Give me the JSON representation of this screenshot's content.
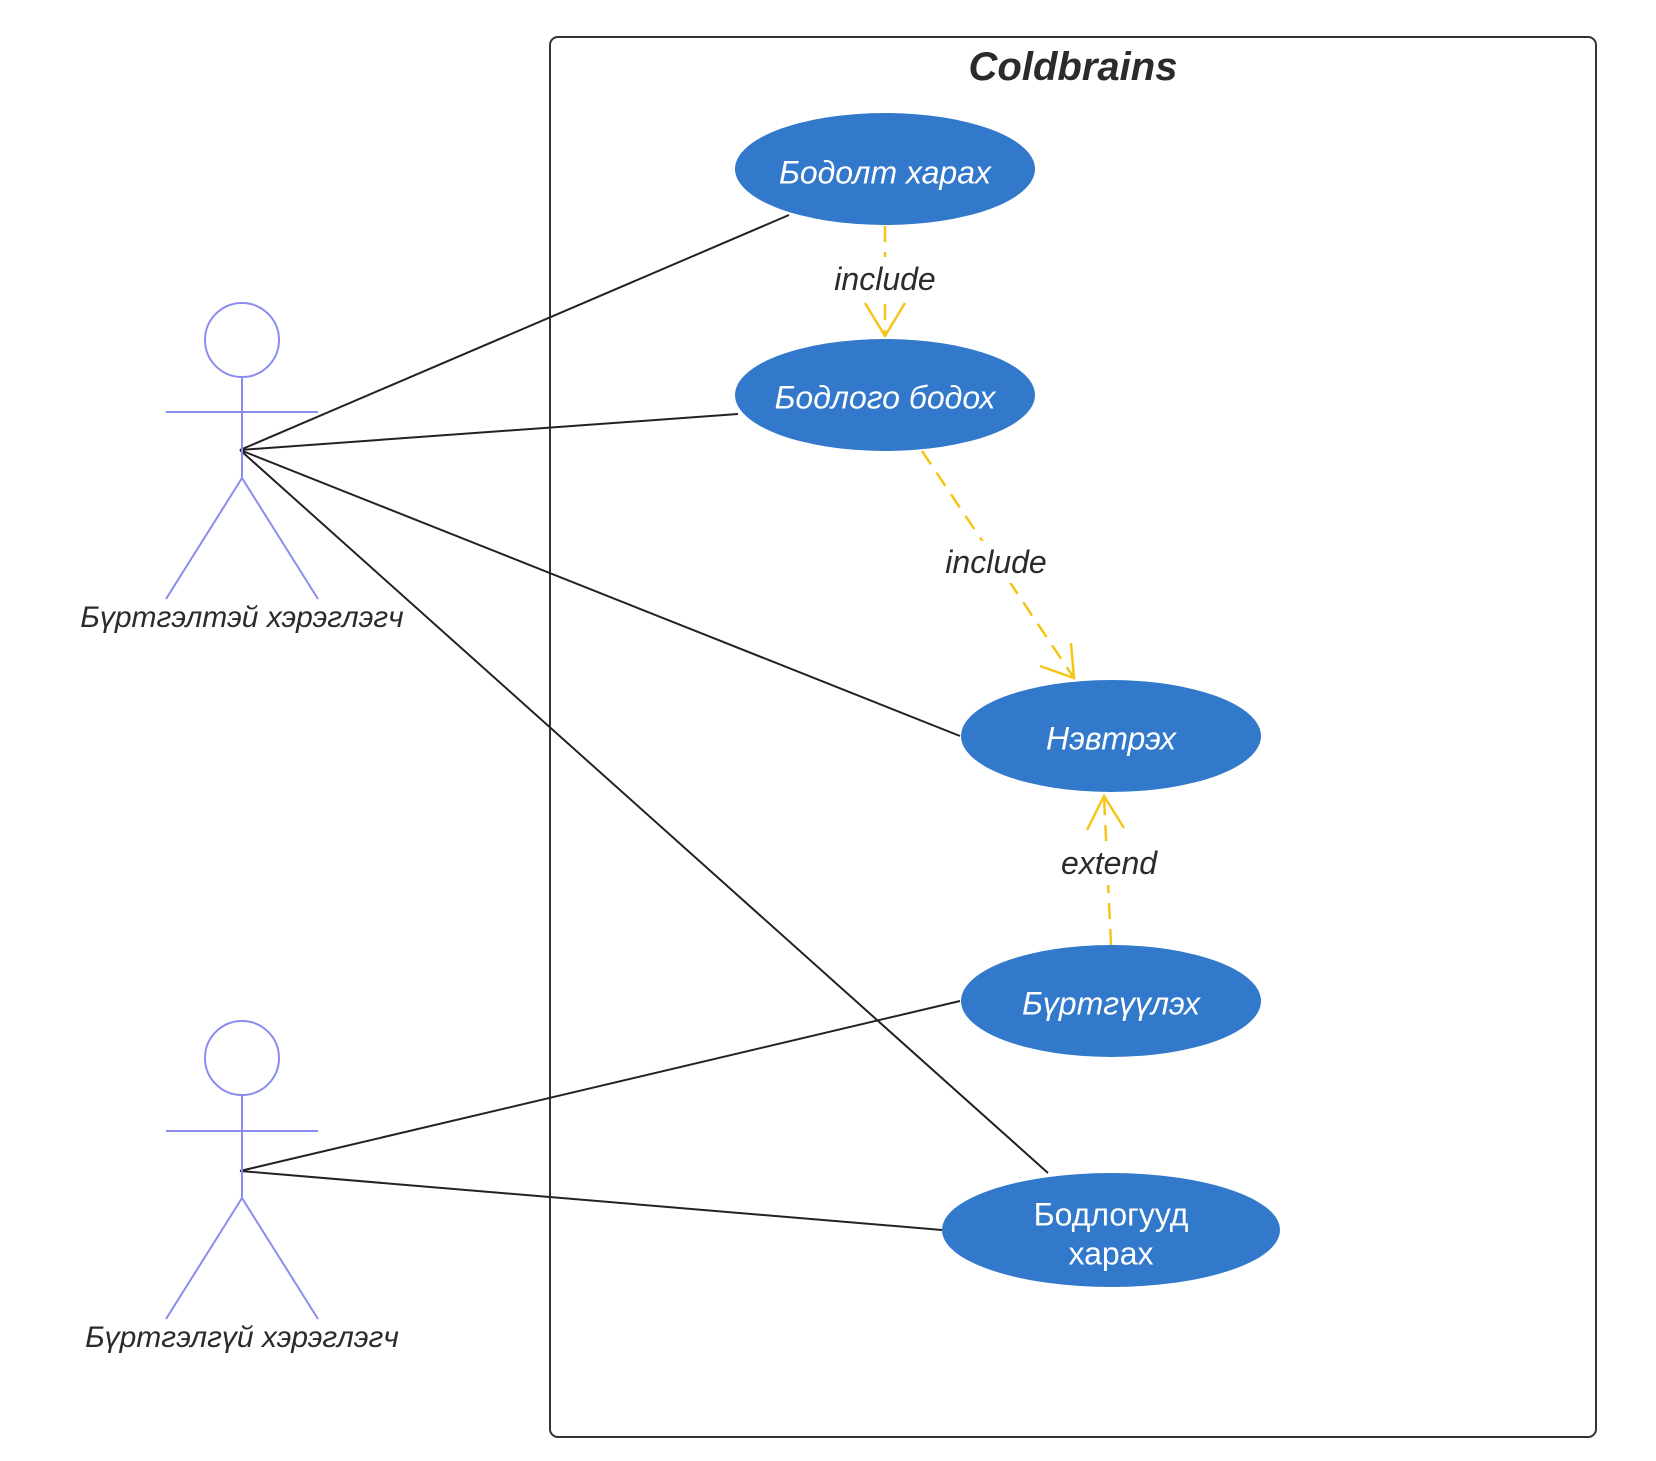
{
  "system": {
    "title": "Coldbrains"
  },
  "actors": [
    {
      "id": "registered",
      "label": "Бүртгэлтэй хэрэглэгч"
    },
    {
      "id": "guest",
      "label": "Бүртгэлгүй хэрэглэгч"
    }
  ],
  "use_cases": [
    {
      "id": "view-solution",
      "label": "Бодолт харах"
    },
    {
      "id": "solve-problem",
      "label": "Бодлого бодох"
    },
    {
      "id": "login",
      "label": "Нэвтрэх"
    },
    {
      "id": "register",
      "label": "Бүртгүүлэх"
    },
    {
      "id": "view-problems",
      "lines": [
        "Бодлогууд",
        "харах"
      ]
    }
  ],
  "relationships": [
    {
      "from": "view-solution",
      "to": "solve-problem",
      "type": "include",
      "label": "include"
    },
    {
      "from": "solve-problem",
      "to": "login",
      "type": "include",
      "label": "include"
    },
    {
      "from": "register",
      "to": "login",
      "type": "extend",
      "label": "extend"
    }
  ],
  "associations": [
    {
      "actor": "registered",
      "use_case": "view-solution"
    },
    {
      "actor": "registered",
      "use_case": "solve-problem"
    },
    {
      "actor": "registered",
      "use_case": "login"
    },
    {
      "actor": "registered",
      "use_case": "view-problems"
    },
    {
      "actor": "guest",
      "use_case": "register"
    },
    {
      "actor": "guest",
      "use_case": "view-problems"
    }
  ],
  "colors": {
    "use_case_fill": "#3279cc",
    "actor_stroke": "#8a8cf0",
    "dependency": "#f5c518",
    "association": "#222222"
  }
}
